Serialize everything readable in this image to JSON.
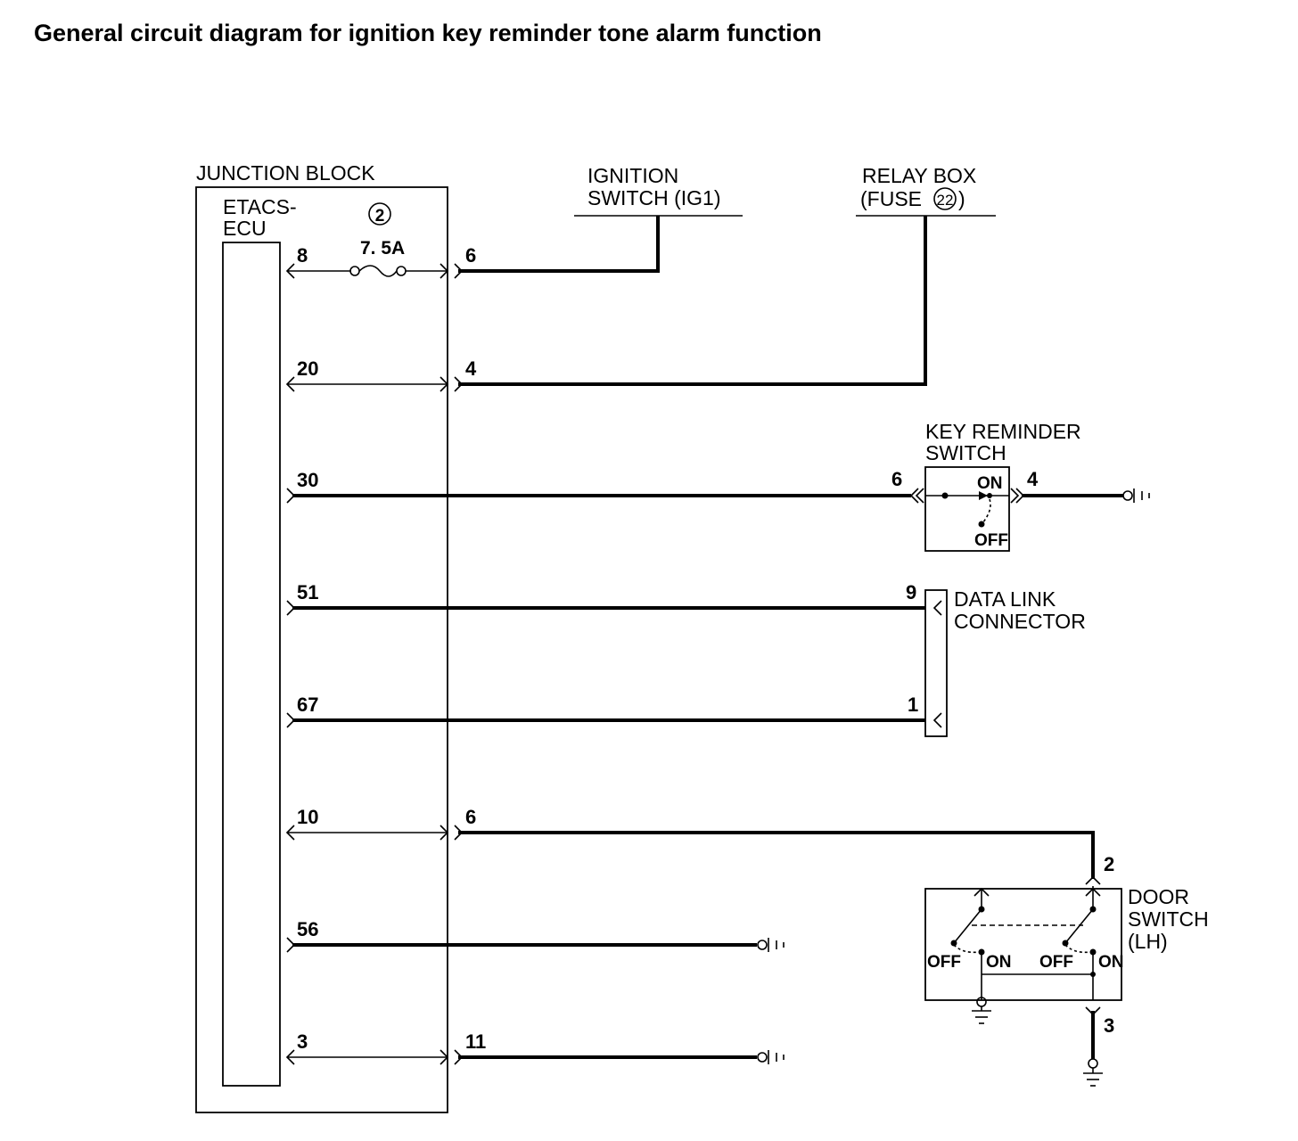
{
  "title": "General circuit diagram for ignition key reminder tone alarm function",
  "junction_block": {
    "label": "JUNCTION BLOCK",
    "ecu_label_line1": "ETACS-",
    "ecu_label_line2": "ECU",
    "fuse_number": "2",
    "fuse_rating": "7. 5A"
  },
  "ignition_switch": {
    "line1": "IGNITION",
    "line2": "SWITCH (IG1)"
  },
  "relay_box": {
    "line1": "RELAY BOX",
    "line2_prefix": "(FUSE",
    "fuse_number": "22",
    "line2_suffix": ")"
  },
  "key_reminder_switch": {
    "line1": "KEY REMINDER",
    "line2": "SWITCH",
    "pin_in": "6",
    "pin_out": "4",
    "on": "ON",
    "off": "OFF"
  },
  "data_link_connector": {
    "line1": "DATA LINK",
    "line2": "CONNECTOR",
    "pin_a": "9",
    "pin_b": "1"
  },
  "door_switch": {
    "line1": "DOOR",
    "line2": "SWITCH",
    "line3": "(LH)",
    "pin_top": "2",
    "pin_bottom": "3",
    "off": "OFF",
    "on": "ON"
  },
  "ecu_pins": [
    "8",
    "20",
    "30",
    "51",
    "67",
    "10",
    "56",
    "3"
  ],
  "jb_out_pins": [
    "6",
    "4",
    "6",
    "11"
  ]
}
